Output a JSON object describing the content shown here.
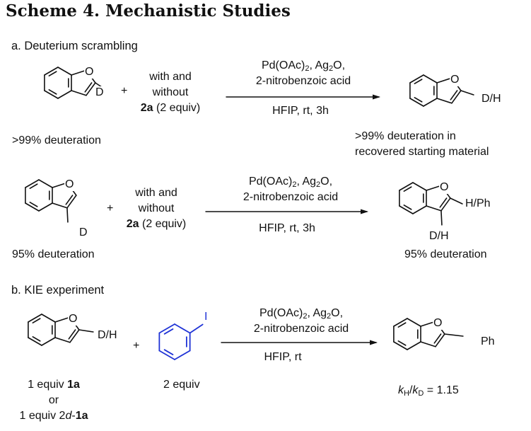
{
  "title": "Scheme 4. Mechanistic Studies",
  "section_a": {
    "heading": "a. Deuterium scrambling",
    "rxn1": {
      "substrate_label": "D",
      "plus": "+",
      "additive_line1": "with and",
      "additive_line2": "without",
      "additive_bold": "2a",
      "additive_rest": " (2 equiv)",
      "conditions_top_a": "Pd(OAc)",
      "conditions_top_sub": "2",
      "conditions_top_b": ", Ag",
      "conditions_top_sub2": "2",
      "conditions_top_c": "O,",
      "conditions_top2": "2-nitrobenzoic acid",
      "conditions_bottom": "HFIP,  rt,  3h",
      "substrate_note": ">99% deuteration",
      "product_label": "D/H",
      "product_note1": ">99% deuteration in",
      "product_note2": "recovered starting material"
    },
    "rxn2": {
      "substrate_label": "D",
      "plus": "+",
      "additive_line1": "with and",
      "additive_line2": "without",
      "additive_bold": "2a",
      "additive_rest": " (2 equiv)",
      "conditions_top_a": "Pd(OAc)",
      "conditions_top_sub": "2",
      "conditions_top_b": ", Ag",
      "conditions_top_sub2": "2",
      "conditions_top_c": "O,",
      "conditions_top2": "2-nitrobenzoic acid",
      "conditions_bottom": "HFIP,  rt,  3h",
      "substrate_note": "95% deuteration",
      "product_label_top": "H/Ph",
      "product_label_bottom": "D/H",
      "product_note": "95% deuteration"
    }
  },
  "section_b": {
    "heading": "b. KIE experiment",
    "substrate_label": "D/H",
    "plus": "+",
    "reagent_label": "I",
    "reagent_note": "2 equiv",
    "conditions_top_a": "Pd(OAc)",
    "conditions_top_sub": "2",
    "conditions_top_b": ", Ag",
    "conditions_top_sub2": "2",
    "conditions_top_c": "O,",
    "conditions_top2": "2-nitrobenzoic acid",
    "conditions_bottom": "HFIP,  rt",
    "substrate_note1_pre": "1 equiv ",
    "substrate_note1_bold": "1a",
    "substrate_note2": "or",
    "substrate_note3_pre": "1 equiv 2",
    "substrate_note3_ital": "d",
    "substrate_note3_mid": "-",
    "substrate_note3_bold": "1a",
    "product_label": "Ph",
    "kie_k1": "k",
    "kie_sub1": "H",
    "kie_slash": "/",
    "kie_k2": "k",
    "kie_sub2": "D",
    "kie_value": " = 1.15"
  },
  "atom_O": "O",
  "colors": {
    "ink": "#111111",
    "iodobenzene": "#1f33d6"
  }
}
